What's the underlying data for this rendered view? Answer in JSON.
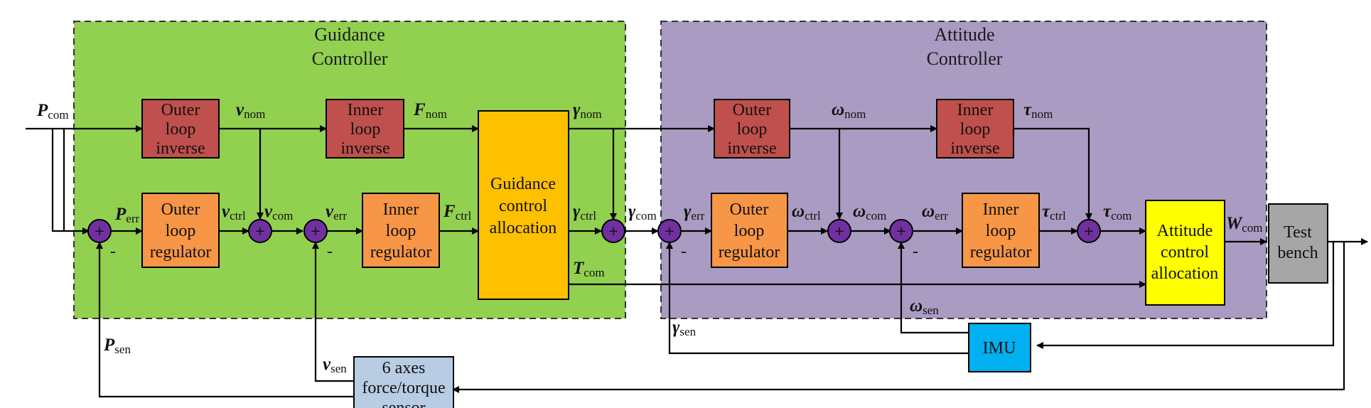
{
  "regions": {
    "guidance": {
      "line1": "Guidance",
      "line2": "Controller"
    },
    "attitude": {
      "line1": "Attitude",
      "line2": "Controller"
    }
  },
  "blocks": {
    "g_outer_inverse": [
      "Outer",
      "loop",
      "inverse"
    ],
    "g_inner_inverse": [
      "Inner",
      "loop",
      "inverse"
    ],
    "g_outer_regulator": [
      "Outer",
      "loop",
      "regulator"
    ],
    "g_inner_regulator": [
      "Inner",
      "loop",
      "regulator"
    ],
    "guidance_alloc": [
      "Guidance",
      "control",
      "allocation"
    ],
    "a_outer_inverse": [
      "Outer",
      "loop",
      "inverse"
    ],
    "a_inner_inverse": [
      "Inner",
      "loop",
      "inverse"
    ],
    "a_outer_regulator": [
      "Outer",
      "loop",
      "regulator"
    ],
    "a_inner_regulator": [
      "Inner",
      "loop",
      "regulator"
    ],
    "attitude_alloc": [
      "Attitude",
      "control",
      "allocation"
    ],
    "test_bench": [
      "Test",
      "bench"
    ],
    "imu": [
      "IMU"
    ],
    "force_sensor": [
      "6 axes",
      "force/torque",
      "sensor"
    ]
  },
  "signals": {
    "P_com": {
      "sym": "P",
      "sub": "com"
    },
    "P_err": {
      "sym": "P",
      "sub": "err"
    },
    "P_sen": {
      "sym": "P",
      "sub": "sen"
    },
    "v_nom": {
      "sym": "v",
      "sub": "nom"
    },
    "v_ctrl": {
      "sym": "v",
      "sub": "ctrl"
    },
    "v_com": {
      "sym": "v",
      "sub": "com"
    },
    "v_err": {
      "sym": "v",
      "sub": "err"
    },
    "v_sen": {
      "sym": "v",
      "sub": "sen"
    },
    "F_nom": {
      "sym": "F",
      "sub": "nom"
    },
    "F_ctrl": {
      "sym": "F",
      "sub": "ctrl"
    },
    "gamma_nom": {
      "sym": "γ",
      "sub": "nom"
    },
    "gamma_ctrl": {
      "sym": "γ",
      "sub": "ctrl"
    },
    "gamma_com": {
      "sym": "γ",
      "sub": "com"
    },
    "gamma_err": {
      "sym": "γ",
      "sub": "err"
    },
    "gamma_sen": {
      "sym": "γ",
      "sub": "sen"
    },
    "T_com": {
      "sym": "T",
      "sub": "com"
    },
    "omega_nom": {
      "sym": "ω",
      "sub": "nom"
    },
    "omega_ctrl": {
      "sym": "ω",
      "sub": "ctrl"
    },
    "omega_com": {
      "sym": "ω",
      "sub": "com"
    },
    "omega_err": {
      "sym": "ω",
      "sub": "err"
    },
    "omega_sen": {
      "sym": "ω",
      "sub": "sen"
    },
    "tau_nom": {
      "sym": "τ",
      "sub": "nom"
    },
    "tau_ctrl": {
      "sym": "τ",
      "sub": "ctrl"
    },
    "tau_com": {
      "sym": "τ",
      "sub": "com"
    },
    "W_com": {
      "sym": "W",
      "sub": "com"
    }
  },
  "sum_sign": "+",
  "minus_sign": "-",
  "colors": {
    "guidance_bg": "#92d050",
    "attitude_bg": "#a99bc1",
    "inverse_block": "#c0504d",
    "regulator_block": "#f79646",
    "guidance_alloc": "#ffc000",
    "attitude_alloc": "#ffff00",
    "test_bench": "#a6a6a6",
    "imu": "#00b0f0",
    "force_sensor": "#b8cce4",
    "sum_junction": "#7030a0"
  }
}
